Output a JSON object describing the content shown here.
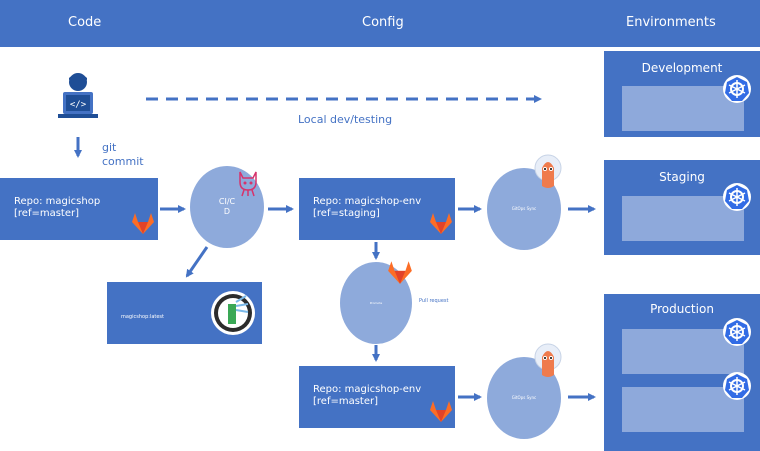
{
  "header": {
    "columns": [
      "Code",
      "Config",
      "Environments"
    ]
  },
  "code": {
    "git_commit_line1": "git",
    "git_commit_line2": "commit",
    "local_dev_label": "Local dev/testing"
  },
  "repos": {
    "app_repo_line1": "Repo: magicshop",
    "app_repo_line2": "[ref=master]",
    "env_staging_line1": "Repo: magicshop-env",
    "env_staging_line2": "[ref=staging]",
    "env_master_line1": "Repo: magicshop-env",
    "env_master_line2": "[ref=master]"
  },
  "cicd": {
    "line1": "CI/C",
    "line2": "D"
  },
  "image": {
    "label": "magicshop:latest"
  },
  "promote": {
    "label": "Promote",
    "pull_request_label": "Pull request"
  },
  "sync": {
    "staging_label": "GitOps Sync",
    "prod_label": "GitOps Sync"
  },
  "environments": {
    "development": "Development",
    "staging": "Staging",
    "production": "Production"
  },
  "colors": {
    "primary": "#4472c4",
    "light": "#8eaadb",
    "gitlab_orange": "#fc6d26",
    "argo_orange": "#ef7b4d"
  },
  "icons": [
    "developer-laptop-icon",
    "octocat-icon",
    "gitlab-icon",
    "argo-icon",
    "kubernetes-icon",
    "container-registry-icon"
  ]
}
